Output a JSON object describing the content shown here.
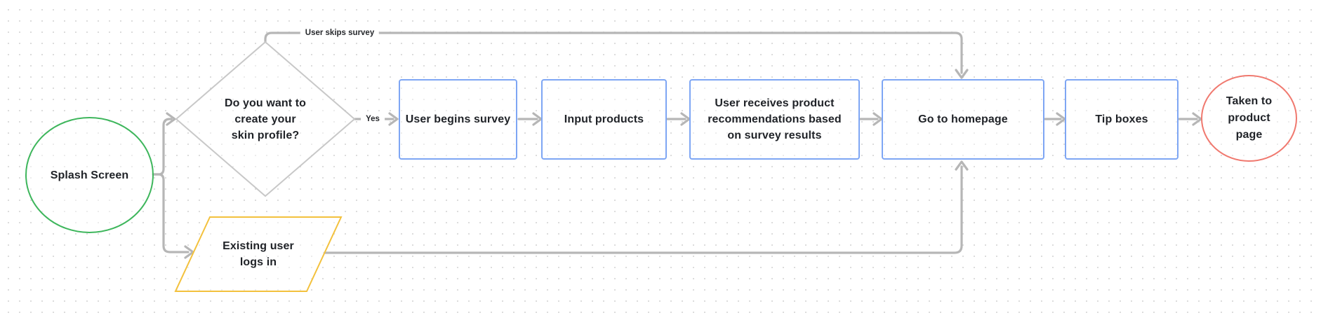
{
  "canvas": {
    "tool": "flowchart-whiteboard",
    "background_color": "#ffffff",
    "dot_grid_color": "#dcdcdc",
    "connector_color": "#b6b6b6",
    "text_color": "#1f2227"
  },
  "nodes": [
    {
      "id": "splash-screen",
      "type": "ellipse",
      "label": "Splash Screen",
      "stroke": "#3eb65c"
    },
    {
      "id": "skin-profile-decision",
      "type": "diamond",
      "label": "Do you want to\ncreate your\nskin profile?",
      "stroke": "#c8c8c8"
    },
    {
      "id": "user-begins-survey",
      "type": "rect",
      "label": "User begins survey",
      "stroke": "#7ea6f4"
    },
    {
      "id": "input-products",
      "type": "rect",
      "label": "Input products",
      "stroke": "#7ea6f4"
    },
    {
      "id": "survey-recommendations",
      "type": "rect",
      "label": "User receives product\nrecommendations based\non survey results",
      "stroke": "#7ea6f4"
    },
    {
      "id": "go-to-homepage",
      "type": "rect",
      "label": "Go to homepage",
      "stroke": "#7ea6f4"
    },
    {
      "id": "tip-boxes",
      "type": "rect",
      "label": "Tip boxes",
      "stroke": "#7ea6f4"
    },
    {
      "id": "taken-to-product-page",
      "type": "ellipse",
      "label": "Taken to\nproduct\npage",
      "stroke": "#f0796f"
    },
    {
      "id": "existing-user-logs-in",
      "type": "parallelogram",
      "label": "Existing user\nlogs in",
      "stroke": "#f3c13d"
    }
  ],
  "edge_labels": {
    "skip": "User skips survey",
    "yes": "Yes"
  }
}
